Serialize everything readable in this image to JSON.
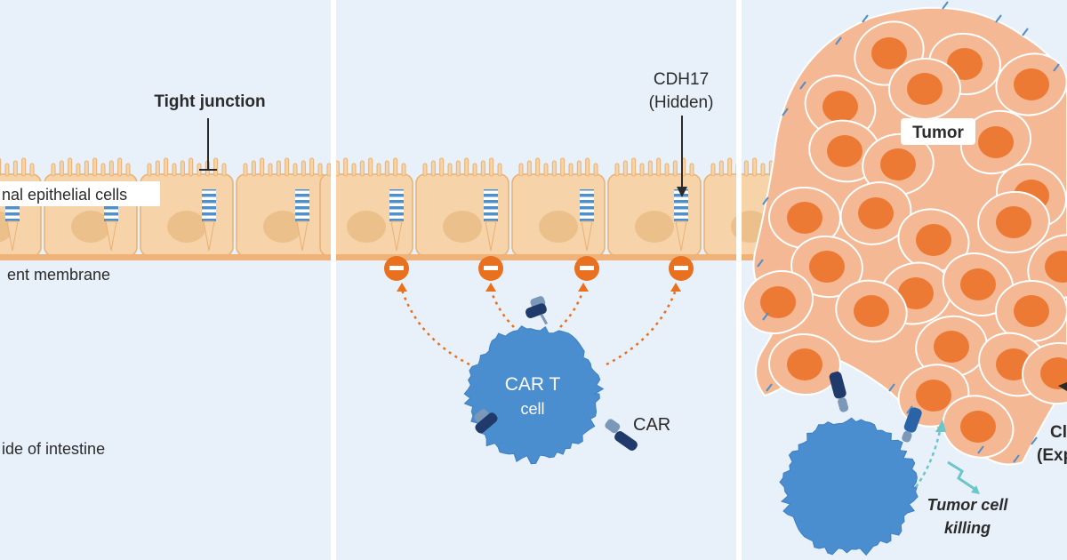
{
  "colors": {
    "panel_bg": "#e8f1fa",
    "divider": "#ffffff",
    "cell_fill": "#f6d3a8",
    "cell_stroke": "#e8b274",
    "nucleus": "#ecc08a",
    "membrane": "#f0b277",
    "tight_junction": "#4f8fcb",
    "cdh17_marker": "#e8701e",
    "tumor_cell": "#f5b894",
    "tumor_nucleus": "#ec7a35",
    "car_t": "#4b8ed0",
    "car_dark": "#1f3a6b",
    "car_light": "#7b98b8",
    "killing_arrow": "#6cc5c9",
    "text": "#2b2b2b"
  },
  "panel1": {
    "tight_junction": "Tight junction",
    "epithelial_cells": "nal epithelial cells",
    "membrane": "ent membrane",
    "intestine_side": "ide of intestine"
  },
  "panel2": {
    "cdh17_line1": "CDH17",
    "cdh17_line2": "(Hidden)",
    "car_t_line1": "CAR T",
    "car_t_line2": "cell",
    "car": "CAR"
  },
  "panel3": {
    "tumor": "Tumor",
    "killing_line1": "Tumor cell",
    "killing_line2": "killing",
    "cdh17_partial_line1": "Cl",
    "cdh17_partial_line2": "(Exp"
  },
  "icons": [
    "tight-junction-icon",
    "cdh17-marker-icon",
    "car-t-cell-icon",
    "car-receptor-icon",
    "tumor-cell-icon",
    "killing-arrow-icon"
  ]
}
